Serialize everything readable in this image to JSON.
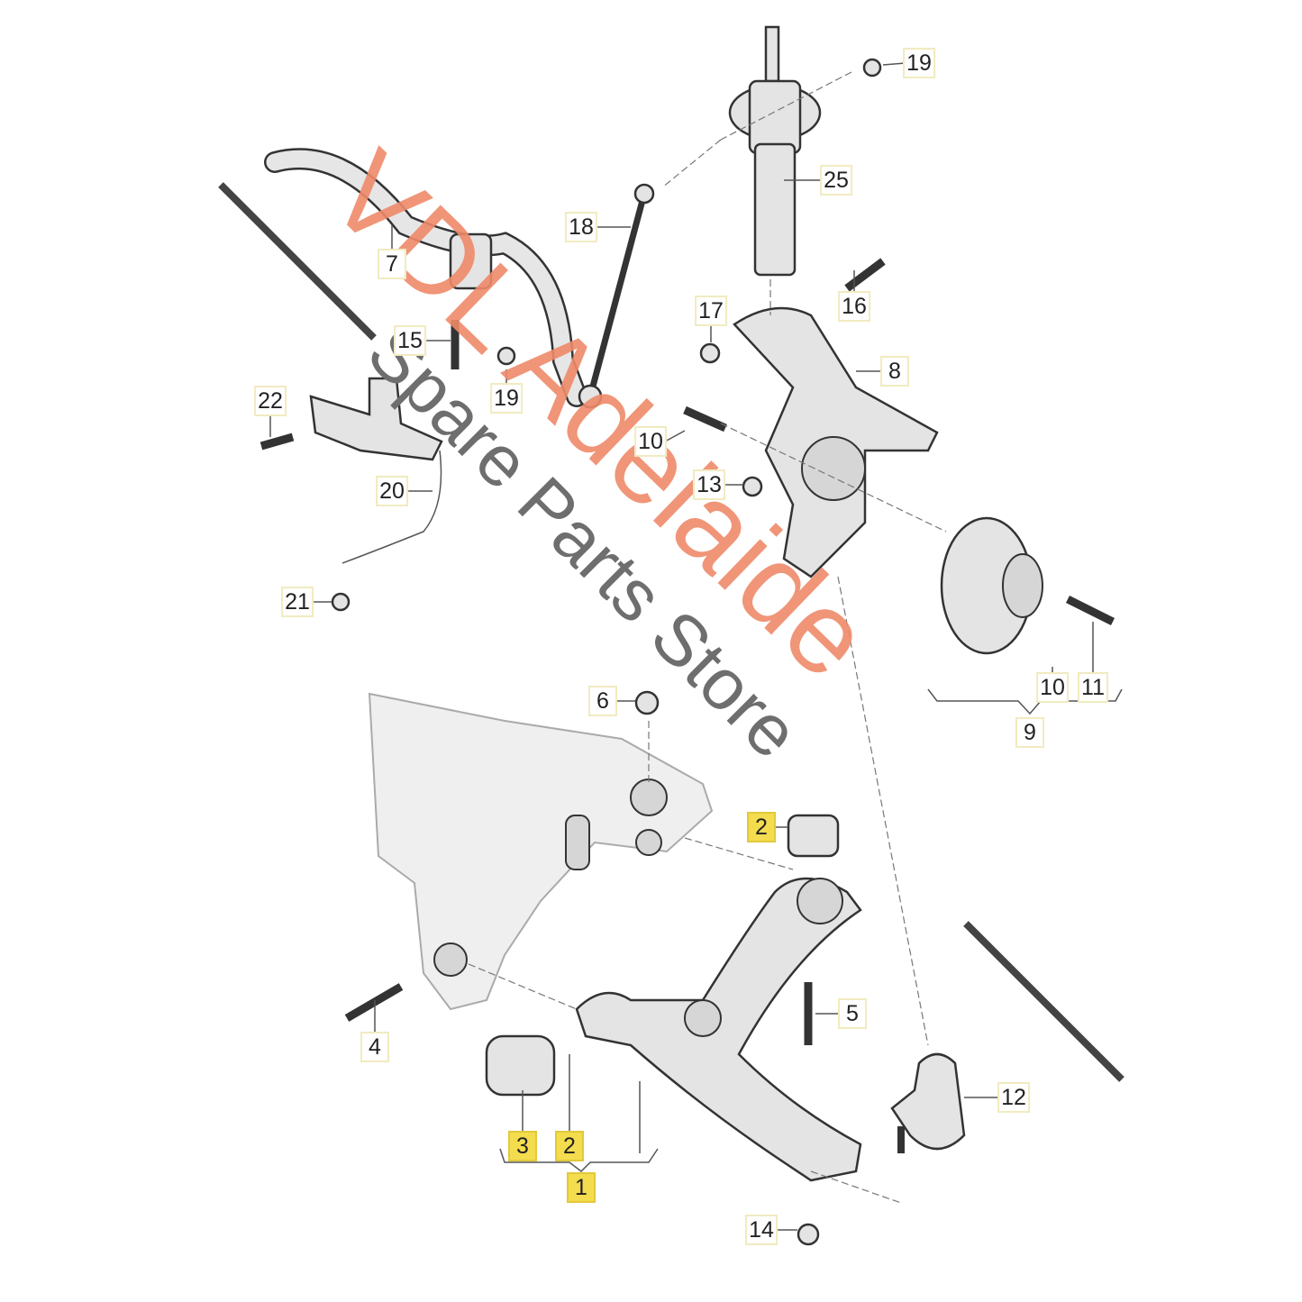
{
  "watermark": {
    "brand": "VDL Adelaide",
    "tagline": "Spare Parts Store"
  },
  "colors": {
    "highlight": "#f3dc4e",
    "watermark_orange": "#ef8a6a",
    "watermark_gray": "#6e6e6e"
  },
  "labels": [
    {
      "id": "19a",
      "text": "19",
      "hl": false
    },
    {
      "id": "25",
      "text": "25",
      "hl": false
    },
    {
      "id": "18",
      "text": "18",
      "hl": false
    },
    {
      "id": "7",
      "text": "7",
      "hl": false
    },
    {
      "id": "16",
      "text": "16",
      "hl": false
    },
    {
      "id": "17",
      "text": "17",
      "hl": false
    },
    {
      "id": "15",
      "text": "15",
      "hl": false
    },
    {
      "id": "8",
      "text": "8",
      "hl": false
    },
    {
      "id": "19b",
      "text": "19",
      "hl": false
    },
    {
      "id": "22",
      "text": "22",
      "hl": false
    },
    {
      "id": "10a",
      "text": "10",
      "hl": false
    },
    {
      "id": "13",
      "text": "13",
      "hl": false
    },
    {
      "id": "20",
      "text": "20",
      "hl": false
    },
    {
      "id": "21",
      "text": "21",
      "hl": false
    },
    {
      "id": "10b",
      "text": "10",
      "hl": false
    },
    {
      "id": "11",
      "text": "11",
      "hl": false
    },
    {
      "id": "9",
      "text": "9",
      "hl": false
    },
    {
      "id": "6",
      "text": "6",
      "hl": false
    },
    {
      "id": "2a",
      "text": "2",
      "hl": true
    },
    {
      "id": "5",
      "text": "5",
      "hl": false
    },
    {
      "id": "4",
      "text": "4",
      "hl": false
    },
    {
      "id": "12",
      "text": "12",
      "hl": false
    },
    {
      "id": "3",
      "text": "3",
      "hl": true
    },
    {
      "id": "2b",
      "text": "2",
      "hl": true
    },
    {
      "id": "1",
      "text": "1",
      "hl": true
    },
    {
      "id": "14",
      "text": "14",
      "hl": false
    }
  ]
}
